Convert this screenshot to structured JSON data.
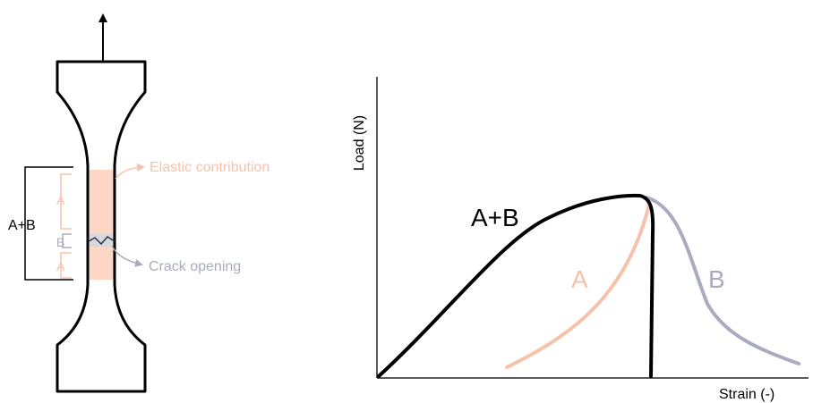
{
  "specimen": {
    "annotation_total": "A+B",
    "annotation_a_top": "A",
    "annotation_b": "B",
    "annotation_a_bottom": "A",
    "elastic_label": "Elastic contribution",
    "crack_label": "Crack opening"
  },
  "plot": {
    "ylabel": "Load (N)",
    "xlabel": "Strain (-)",
    "curve_total_label": "A+B",
    "curve_a_label": "A",
    "curve_b_label": "B"
  },
  "colors": {
    "ink": "#000000",
    "elastic": "#f7c2ab",
    "elastic_fill": "#fcd7c6",
    "crack": "#a9acbe",
    "crack_fill": "#d5d7e1"
  }
}
